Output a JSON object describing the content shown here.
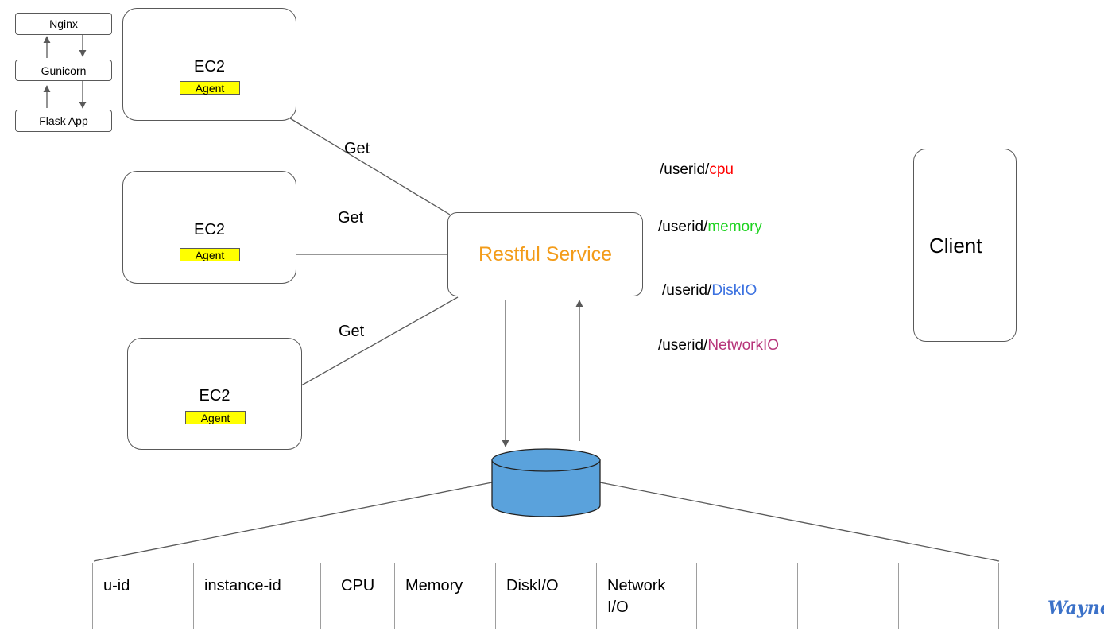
{
  "stack": {
    "nginx": "Nginx",
    "gunicorn": "Gunicorn",
    "flask": "Flask App"
  },
  "ec2_nodes": [
    {
      "title": "EC2",
      "agent": "Agent"
    },
    {
      "title": "EC2",
      "agent": "Agent"
    },
    {
      "title": "EC2",
      "agent": "Agent"
    }
  ],
  "get_labels": [
    "Get",
    "Get",
    "Get"
  ],
  "service": {
    "label": "Restful Service",
    "color": "#f39c1a"
  },
  "routes": [
    {
      "prefix": "/userid/",
      "resource": "cpu",
      "color": "#ff0000"
    },
    {
      "prefix": "/userid/",
      "resource": "memory",
      "color": "#1fd321"
    },
    {
      "prefix": "/userid/",
      "resource": "DiskIO",
      "color": "#3b71e0"
    },
    {
      "prefix": "/userid/",
      "resource": "NetworkIO",
      "color": "#b7357a"
    }
  ],
  "client": {
    "label": "Client"
  },
  "database": {
    "fill": "#5aa2dc"
  },
  "table_columns": [
    "u-id",
    "instance-id",
    "CPU",
    "Memory",
    "DiskI/O",
    "Network I/O",
    "",
    "",
    ""
  ],
  "signature": "Wayne"
}
